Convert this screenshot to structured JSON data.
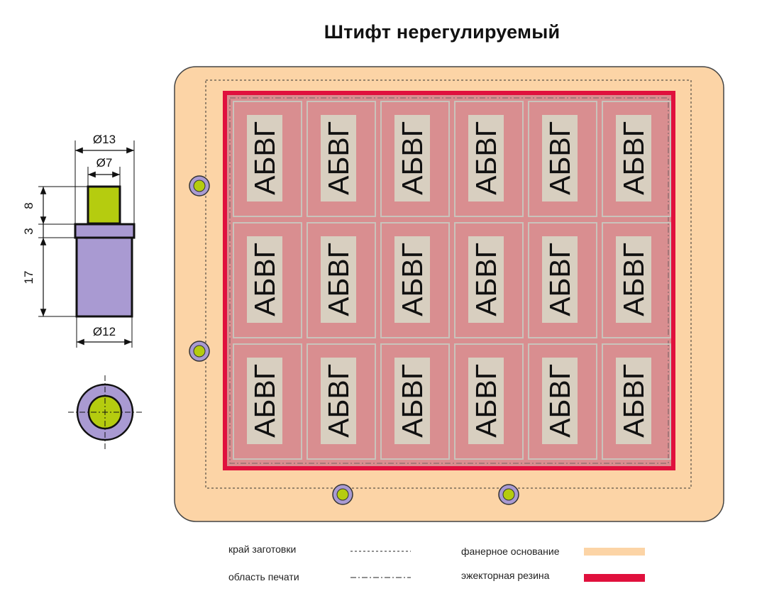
{
  "title": "Штифт нерегулируемый",
  "colors": {
    "plywood": "#fcd4a6",
    "plywood_border": "#444444",
    "ejector_rubber": "#e0103d",
    "cell_outer": "#d98e90",
    "cell_inner": "#d8cfc0",
    "pin_body": "#a99ad2",
    "pin_top": "#b5cc0f",
    "stroke": "#111111"
  },
  "pin": {
    "dia_top": "Ø13",
    "dia_pin": "Ø7",
    "dia_bottom": "Ø12",
    "h_top": "8",
    "h_flange": "3",
    "h_body": "17"
  },
  "cell_text": "АБВГ",
  "grid": {
    "rows": 3,
    "cols": 6
  },
  "legend": {
    "blank_edge": "край заготовки",
    "print_area": "область печати",
    "plywood_base": "фанерное основание",
    "ejector_rubber": "эжекторная резина"
  },
  "icons": [
    "pin-side-view-icon",
    "pin-top-view-icon",
    "pin-hole-icon"
  ]
}
